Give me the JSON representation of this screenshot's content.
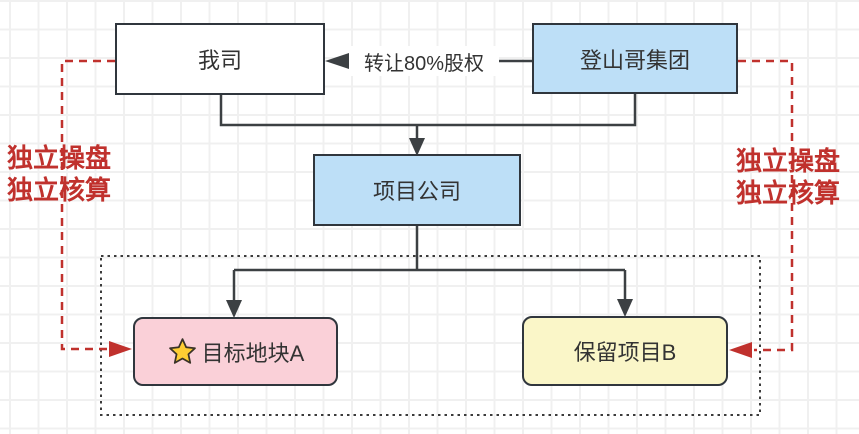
{
  "diagram": {
    "nodes": {
      "our_company": {
        "label": "我司"
      },
      "group": {
        "label": "登山哥集团"
      },
      "project_company": {
        "label": "项目公司"
      },
      "target_plot_a": {
        "label": "目标地块A",
        "icon": "star-icon"
      },
      "retained_project_b": {
        "label": "保留项目B"
      }
    },
    "edges": {
      "equity_transfer": {
        "label": "转让80%股权",
        "from": "group",
        "to": "our_company"
      }
    },
    "annotations": {
      "left": {
        "line1": "独立操盘",
        "line2": "独立核算"
      },
      "right": {
        "line1": "独立操盘",
        "line2": "独立核算"
      }
    },
    "colors": {
      "node_blue": "#BDDFF7",
      "node_pink": "#FAD0D8",
      "node_yellow": "#FAF6C8",
      "node_border": "#30363D",
      "connector_dark": "#3C4043",
      "annotation_red": "#C0312D",
      "star_fill": "#FFCE33",
      "grid_line": "#F0F0F0"
    }
  }
}
